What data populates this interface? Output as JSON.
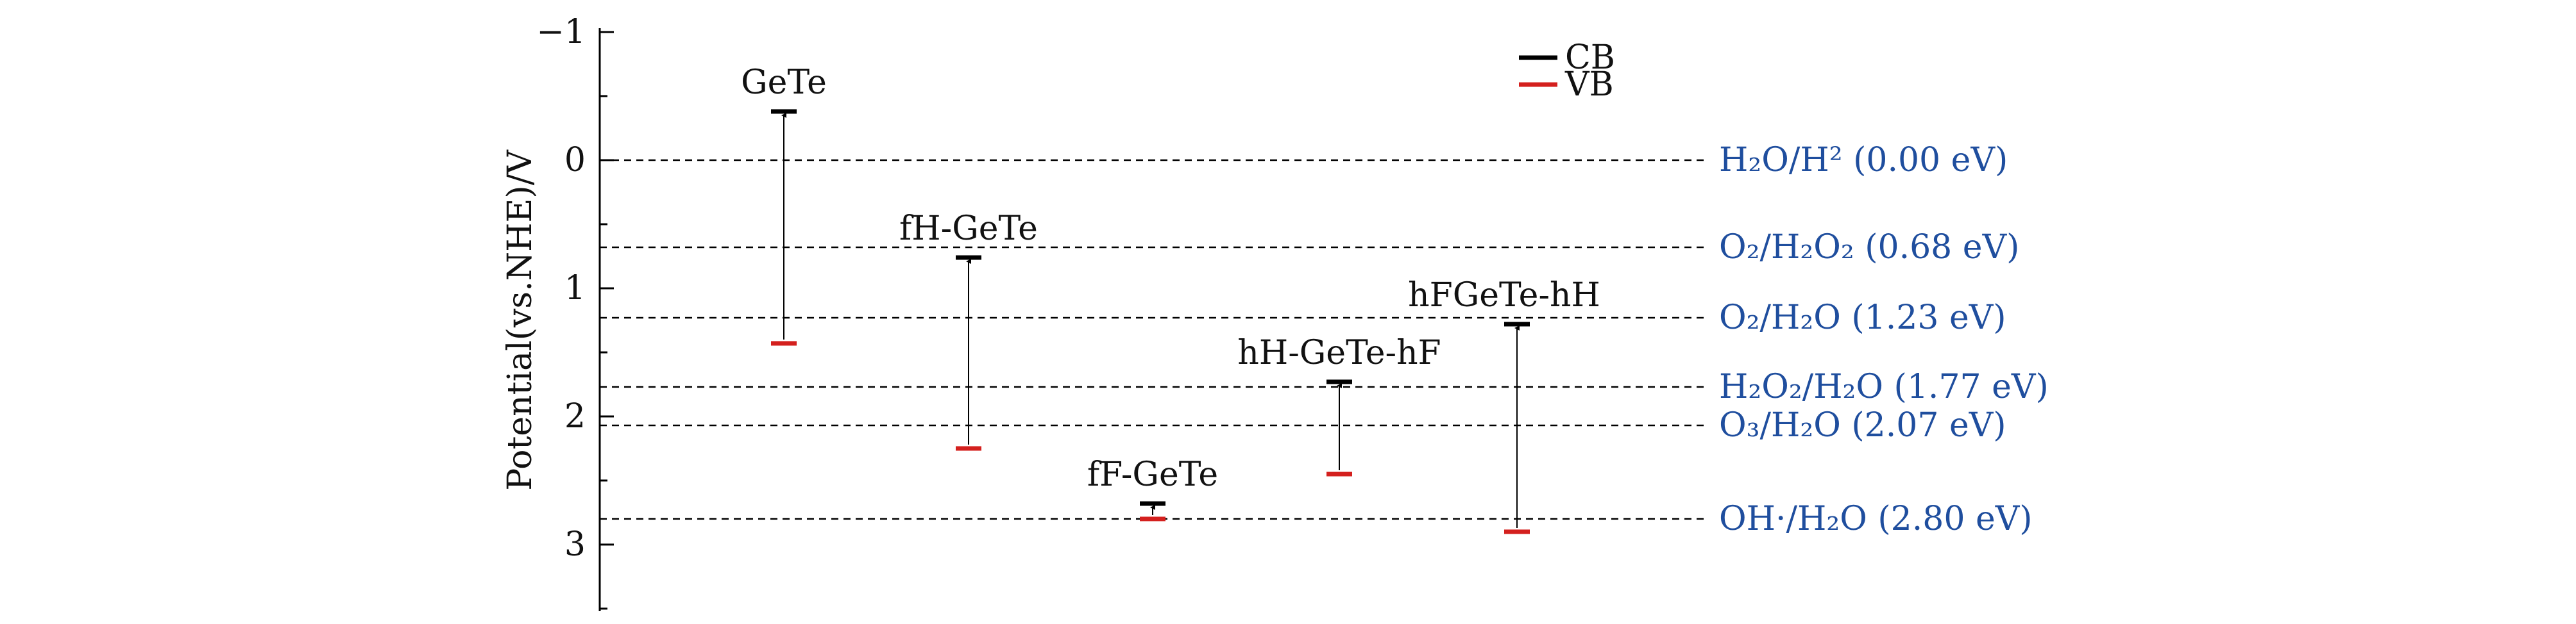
{
  "chart_data": {
    "type": "band-edge diagram",
    "ylabel": "Potential(vs.NHE)/V",
    "y_axis": {
      "ylim": [
        -1,
        3.5
      ],
      "ticks": [
        -1,
        0,
        1,
        2,
        3
      ],
      "tick_labels": [
        "−1",
        "0",
        "1",
        "2",
        "3"
      ],
      "inverted": true
    },
    "legend": {
      "placement": "top-center",
      "items": [
        {
          "name": "CB",
          "color": "#000000"
        },
        {
          "name": "VB",
          "color": "#d4201e"
        }
      ]
    },
    "materials": [
      {
        "name": "GeTe",
        "cb": -0.38,
        "vb": 1.43
      },
      {
        "name": "fH-GeTe",
        "cb": 0.76,
        "vb": 2.25
      },
      {
        "name": "fF-GeTe",
        "cb": 2.68,
        "vb": 2.8
      },
      {
        "name": "hH-GeTe-hF",
        "cb": 1.73,
        "vb": 2.45
      },
      {
        "name": "hFGeTe-hH",
        "cb": 1.28,
        "vb": 2.9
      }
    ],
    "reference_levels": [
      {
        "value": 0.0,
        "label": "H₂O/H² (0.00 eV)"
      },
      {
        "value": 0.68,
        "label": "O₂/H₂O₂ (0.68 eV)"
      },
      {
        "value": 1.23,
        "label": "O₂/H₂O (1.23 eV)"
      },
      {
        "value": 1.77,
        "label": "H₂O₂/H₂O (1.77 eV)"
      },
      {
        "value": 2.07,
        "label": "O₃/H₂O (2.07 eV)"
      },
      {
        "value": 2.8,
        "label": "OH·/H₂O (2.80 eV)"
      }
    ],
    "colors": {
      "cb": "#000000",
      "vb": "#d4201e",
      "reference_label": "#1f4e9e",
      "axis": "#000000"
    }
  }
}
